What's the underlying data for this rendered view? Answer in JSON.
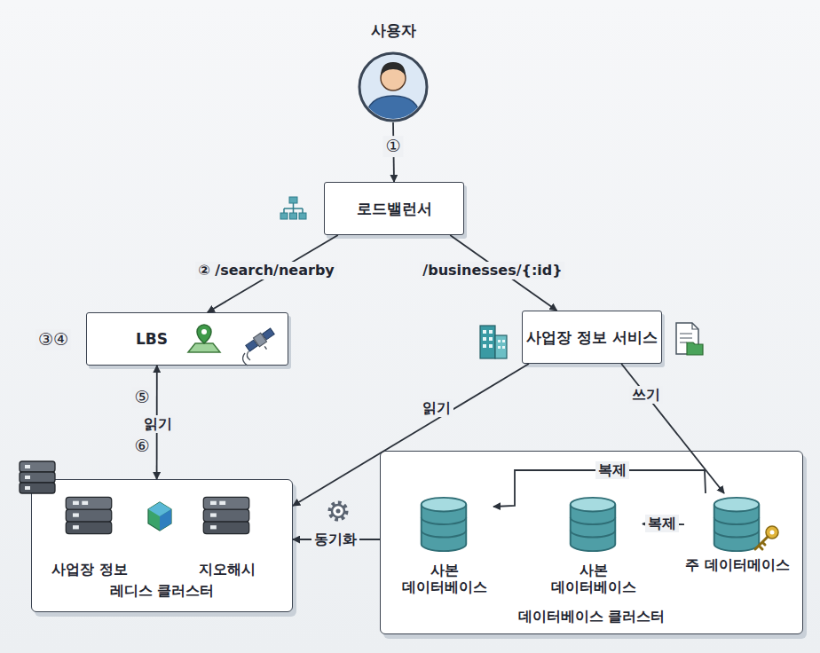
{
  "diagram": {
    "nodes": [
      {
        "text": [
          "사용자"
        ]
      },
      {
        "text": [
          "로드밸런서"
        ]
      },
      {
        "text": [
          "LBS"
        ]
      },
      {
        "text": [
          "사업장 정보 서비스"
        ]
      },
      {
        "text": [
          "레디스 클러스터"
        ]
      },
      {
        "text": [
          "사업장 정보"
        ],
        "in": 4
      },
      {
        "text": [
          "지오해시"
        ],
        "in": 4
      },
      {
        "text": [
          "데이터베이스 클러스터"
        ]
      },
      {
        "text": [
          "사본 데이터베이스"
        ],
        "in": 7
      },
      {
        "text": [
          "사본 데이터베이스"
        ],
        "in": 7
      },
      {
        "text": [
          "주 데이터메이스"
        ],
        "in": 7
      }
    ],
    "edges": [
      {
        "from": 0,
        "to": 1,
        "arrow": "to"
      },
      {
        "from": 1,
        "to": 2,
        "label": "② /search/nearby",
        "arrow": "to"
      },
      {
        "from": 1,
        "to": 3,
        "label": "/businesses/{:id}",
        "arrow": "to"
      },
      {
        "from": 2,
        "to": 4,
        "label": "읽기",
        "arrow": "both"
      },
      {
        "from": 3,
        "to": 4,
        "label": "읽기",
        "arrow": "to"
      },
      {
        "from": 3,
        "to": 10,
        "label": "쓰기",
        "arrow": "to"
      },
      {
        "from": 10,
        "to": 9,
        "label": "복제",
        "arrow": "to"
      },
      {
        "from": 10,
        "to": 8,
        "label": "복제",
        "arrow": "to"
      },
      {
        "from": 7,
        "to": 4,
        "label": "동기화",
        "arrow": "to"
      }
    ],
    "labels": [
      "①",
      "③④",
      "⑤",
      "⑥"
    ]
  }
}
